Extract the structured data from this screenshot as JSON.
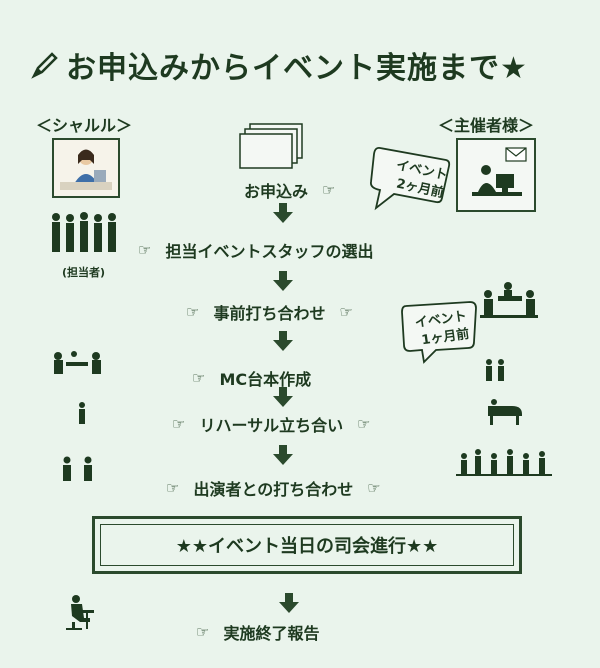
{
  "title": "お申込みからイベント実施まで★",
  "left_label": "＜シャルル＞",
  "right_label": "＜主催者様＞",
  "staff_caption": "(担当者)",
  "bubble1": {
    "line1": "イベント",
    "line2": "2ヶ月前"
  },
  "bubble2": {
    "line1": "イベント",
    "line2": "1ヶ月前"
  },
  "hand_glyph": "☞",
  "steps": [
    "お申込み",
    "担当イベントスタッフの選出",
    "事前打ち合わせ",
    "MC台本作成",
    "リハーサル立ち合い",
    "出演者との打ち合わせ"
  ],
  "banner": "★★イベント当日の司会進行★★",
  "final_step": "実施終了報告",
  "icons": [
    "pencil-icon",
    "envelope-icon",
    "hand-pointer-icon",
    "arrow-down-icon"
  ]
}
